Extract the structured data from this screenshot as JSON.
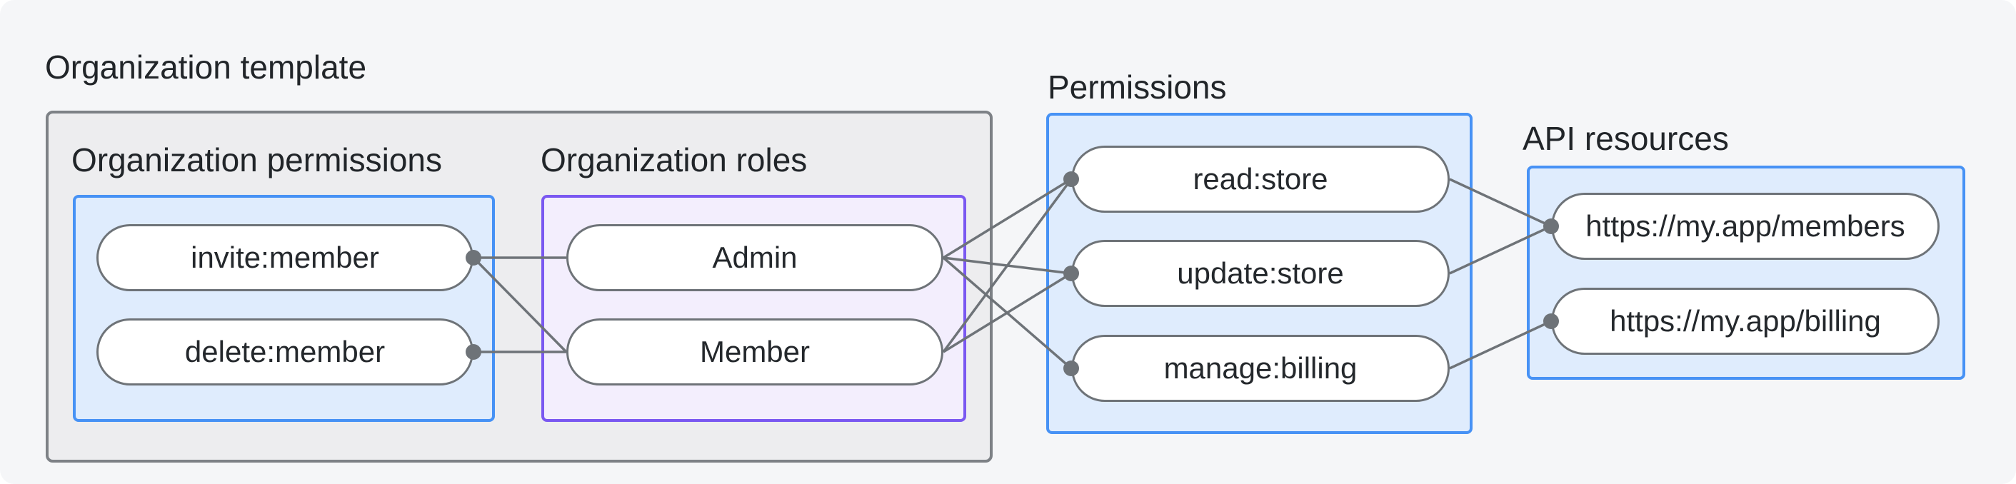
{
  "groups": {
    "template": {
      "label": "Organization template"
    },
    "org_permissions": {
      "label": "Organization permissions"
    },
    "org_roles": {
      "label": "Organization roles"
    },
    "permissions": {
      "label": "Permissions"
    },
    "api_resources": {
      "label": "API resources"
    }
  },
  "nodes": {
    "invite": {
      "label": "invite:member"
    },
    "delete": {
      "label": "delete:member"
    },
    "admin": {
      "label": "Admin"
    },
    "member": {
      "label": "Member"
    },
    "read": {
      "label": "read:store"
    },
    "update": {
      "label": "update:store"
    },
    "manage": {
      "label": "manage:billing"
    },
    "members_url": {
      "label": "https://my.app/members"
    },
    "billing_url": {
      "label": "https://my.app/billing"
    }
  },
  "edges": [
    {
      "from": "invite",
      "fromSide": "right",
      "to": "admin",
      "toSide": "left"
    },
    {
      "from": "invite",
      "fromSide": "right",
      "to": "member",
      "toSide": "left"
    },
    {
      "from": "delete",
      "fromSide": "right",
      "to": "member",
      "toSide": "left"
    },
    {
      "from": "admin",
      "fromSide": "right",
      "to": "read",
      "toSide": "left"
    },
    {
      "from": "admin",
      "fromSide": "right",
      "to": "update",
      "toSide": "left"
    },
    {
      "from": "admin",
      "fromSide": "right",
      "to": "manage",
      "toSide": "left"
    },
    {
      "from": "member",
      "fromSide": "right",
      "to": "read",
      "toSide": "left"
    },
    {
      "from": "member",
      "fromSide": "right",
      "to": "update",
      "toSide": "left"
    },
    {
      "from": "read",
      "fromSide": "right",
      "to": "members_url",
      "toSide": "left"
    },
    {
      "from": "update",
      "fromSide": "right",
      "to": "members_url",
      "toSide": "left"
    },
    {
      "from": "manage",
      "fromSide": "right",
      "to": "billing_url",
      "toSide": "left"
    }
  ],
  "dots": [
    {
      "node": "invite",
      "side": "right"
    },
    {
      "node": "delete",
      "side": "right"
    },
    {
      "node": "read",
      "side": "left"
    },
    {
      "node": "update",
      "side": "left"
    },
    {
      "node": "manage",
      "side": "left"
    },
    {
      "node": "members_url",
      "side": "left"
    },
    {
      "node": "billing_url",
      "side": "left"
    }
  ],
  "colors": {
    "canvas_bg": "#f5f6f8",
    "gray_box_fill": "#ededef",
    "gray_box_border": "#7d8186",
    "blue_box_fill": "#dfecfd",
    "blue_box_border": "#4792f5",
    "purple_box_fill": "#f3eefd",
    "purple_box_border": "#7a58f1",
    "pill_border": "#6e7378",
    "line": "#6e7378",
    "text": "#24282c"
  }
}
